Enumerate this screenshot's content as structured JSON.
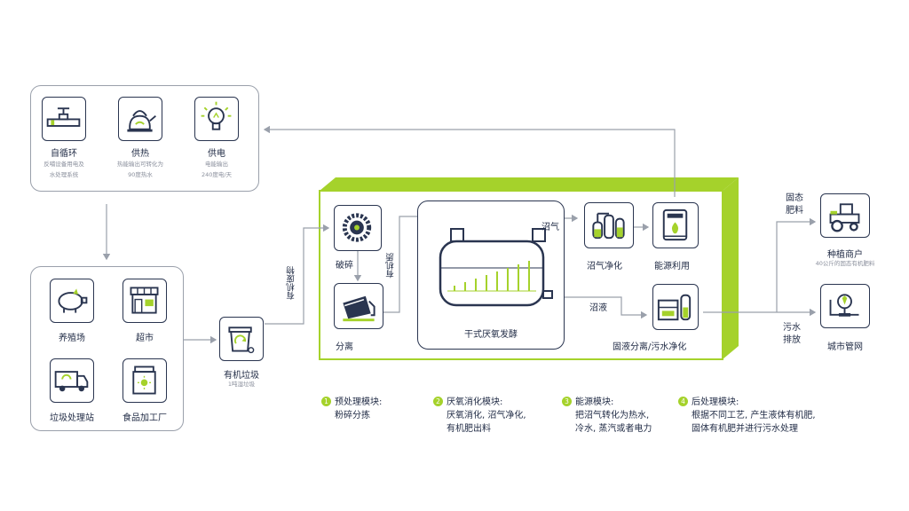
{
  "colors": {
    "accent": "#a5d22b",
    "line": "#2a3550",
    "frame": "#9aa0ab"
  },
  "icons": {
    "self_cycle": "water-valve-icon",
    "heat": "kettle-icon",
    "power": "light-bulb-icon",
    "farm": "pig-icon",
    "market": "store-icon",
    "station": "garbage-truck-icon",
    "food": "food-bag-icon",
    "bin": "recycle-bin-icon",
    "crush": "saw-blade-icon",
    "separate": "separator-machine-icon",
    "tank": "fermentation-tank-icon",
    "purify": "gas-purifier-icon",
    "energy": "energy-meter-icon",
    "liquid": "liquid-separation-icon",
    "grower": "tractor-icon",
    "sewer": "sewer-pipe-icon"
  },
  "outputs": {
    "self_cycle": {
      "title": "自循环",
      "desc1": "反哺设备用电及",
      "desc2": "水处理系统"
    },
    "heat": {
      "title": "供热",
      "desc1": "热能输出可转化为",
      "desc2": "90度热水"
    },
    "power": {
      "title": "供电",
      "desc1": "电能输出",
      "desc2": "240度电/天"
    }
  },
  "sources": {
    "farm": "养殖场",
    "market": "超市",
    "station": "垃圾处理站",
    "food": "食品加工厂"
  },
  "bin": {
    "title": "有机垃圾",
    "desc": "1吨湿垃圾"
  },
  "flow_labels": {
    "organic_waste": "有机废物",
    "organic_matter": "有机质",
    "biogas": "沼气",
    "digestate": "沼液",
    "solid_fertilizer_1": "固态",
    "solid_fertilizer_2": "肥料",
    "sewage_1": "污水",
    "sewage_2": "排放"
  },
  "process": {
    "crush": "破碎",
    "separate": "分离",
    "tank": "干式厌氧发酵",
    "purify": "沼气净化",
    "energy": "能源利用",
    "liquid": "固液分离/污水净化"
  },
  "right": {
    "grower": "种植商户",
    "grower_desc": "40公斤的固态有机肥料",
    "sewer": "城市管网"
  },
  "legend": [
    {
      "num": "1",
      "line1": "预处理模块:",
      "line2": "粉碎分拣",
      "line3": ""
    },
    {
      "num": "2",
      "line1": "厌氧消化模块:",
      "line2": "厌氧消化, 沼气净化,",
      "line3": "有机肥出料"
    },
    {
      "num": "3",
      "line1": "能源模块:",
      "line2": "把沼气转化为热水,",
      "line3": "冷水, 蒸汽或者电力"
    },
    {
      "num": "4",
      "line1": "后处理模块:",
      "line2": "根据不同工艺, 产生液体有机肥,",
      "line3": "固体有机肥并进行污水处理"
    }
  ]
}
